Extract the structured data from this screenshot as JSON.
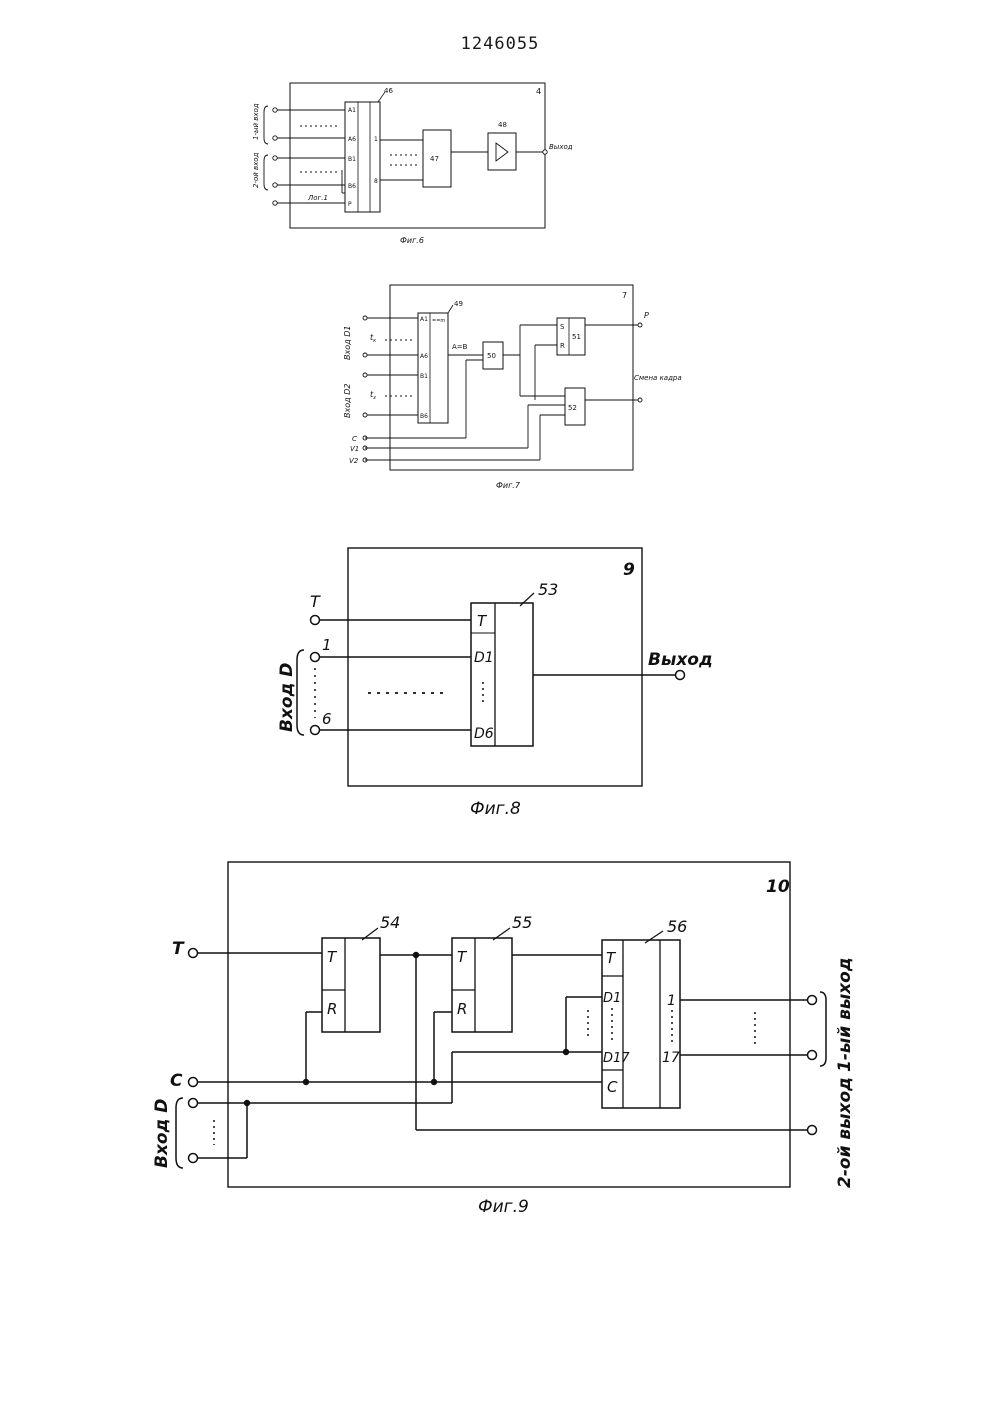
{
  "patent_number": "1246055",
  "fig6": {
    "caption": "Фиг.6",
    "block_no": "4",
    "input1_label": "1-ый вход",
    "input2_label": "2-ой вход",
    "log1_label": "Лог.1",
    "comparator_no": "46",
    "comparator_pins": [
      "A1",
      "A6",
      "B1",
      "B6",
      "P"
    ],
    "comparator_out_pins": [
      "1",
      "8"
    ],
    "block47": "47",
    "block48": "48",
    "output_label": "Выход"
  },
  "fig7": {
    "caption": "Фиг.7",
    "block_no": "7",
    "comparator_no": "49",
    "comparator_head": "==m",
    "comparator_pins": [
      "A1",
      "A6",
      "B1",
      "B6"
    ],
    "compare_out": "A=B",
    "input_d1_label": "Вход D1",
    "input_d2_label": "Вход D2",
    "t_k": "t",
    "t_k_sub": "к",
    "t_z": "t",
    "t_z_sub": "з",
    "signals": [
      "C",
      "V1",
      "V2"
    ],
    "block50": "50",
    "block51": "51",
    "block52": "52",
    "sr_pins": [
      "S",
      "R"
    ],
    "output_p": "P",
    "output_frame_change": "Смена кадра"
  },
  "fig8": {
    "caption": "Фиг.8",
    "block_no": "9",
    "element_no": "53",
    "input_t": "T",
    "input_d_label": "Вход D",
    "input_first": "1",
    "input_last": "6",
    "pins": [
      "T",
      "D1",
      "D6"
    ],
    "output_label": "Выход"
  },
  "fig9": {
    "caption": "Фиг.9",
    "block_no": "10",
    "element54": "54",
    "element55": "55",
    "element56": "56",
    "input_t": "T",
    "input_c": "C",
    "input_d_label": "Вход D",
    "pins54": [
      "T",
      "R"
    ],
    "pins55": [
      "T",
      "R"
    ],
    "pins56": [
      "T",
      "D1",
      "D17",
      "C"
    ],
    "out_pins56": [
      "1",
      "17"
    ],
    "output1_label": "1-ый выход",
    "output2_label": "2-ой выход"
  }
}
